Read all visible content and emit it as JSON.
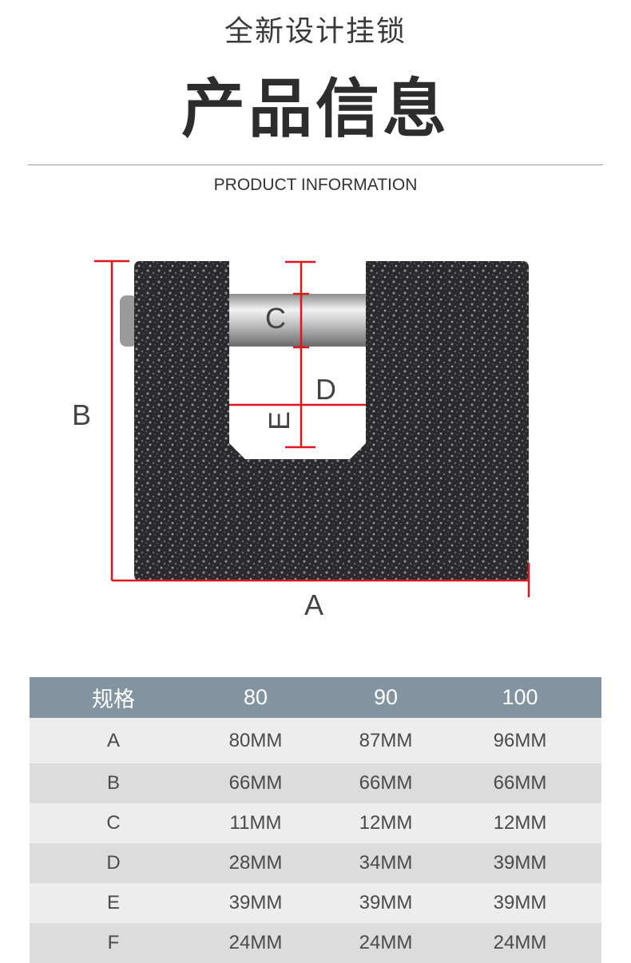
{
  "header": {
    "subtitle": "全新设计挂锁",
    "title": "产品信息",
    "english": "PRODUCT INFORMATION"
  },
  "diagram": {
    "labels": {
      "A": "A",
      "B": "B",
      "C": "C",
      "D": "D",
      "E": "E"
    },
    "marker_color": "#e0141e"
  },
  "table": {
    "headers": [
      "规格",
      "80",
      "90",
      "100"
    ],
    "rows": [
      [
        "A",
        "80MM",
        "87MM",
        "96MM"
      ],
      [
        "B",
        "66MM",
        "66MM",
        "66MM"
      ],
      [
        "C",
        "11MM",
        "12MM",
        "12MM"
      ],
      [
        "D",
        "28MM",
        "34MM",
        "39MM"
      ],
      [
        "E",
        "39MM",
        "39MM",
        "39MM"
      ],
      [
        "F",
        "24MM",
        "24MM",
        "24MM"
      ]
    ],
    "header_color": "#8294a0"
  }
}
